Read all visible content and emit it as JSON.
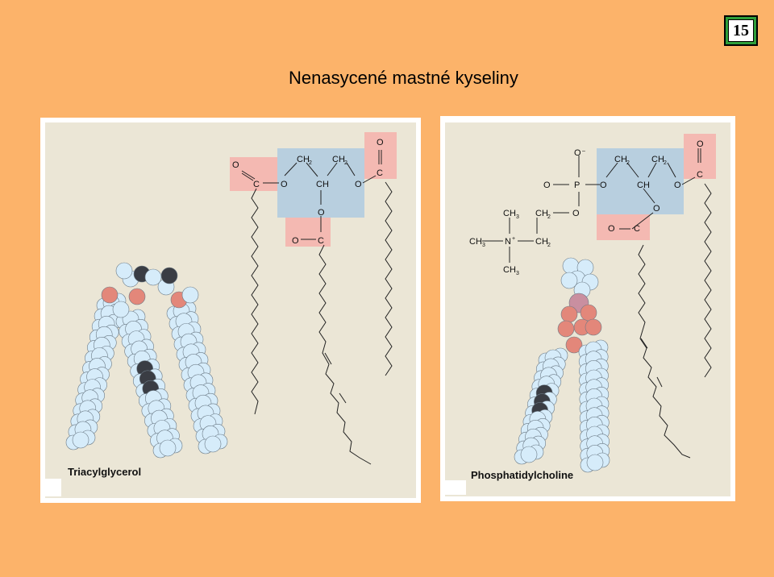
{
  "slide": {
    "number": "15",
    "title": "Nenasycené mastné kyseliny"
  },
  "panels": [
    {
      "caption": "Triacylglycerol"
    },
    {
      "caption": "Phosphatidylcholine"
    }
  ],
  "atoms": {
    "O": "O",
    "C": "C",
    "CH": "CH",
    "CH2": "CH",
    "sub2": "2",
    "CH3": "CH",
    "sub3": "3",
    "P": "P",
    "N": "N",
    "plus": "+",
    "minus": "–"
  },
  "colors": {
    "background": "#FCB36A",
    "badge_frame": "#2E9E3A",
    "glycerol_box": "#B8CFDF",
    "carbonyl_box": "#F4B9B2",
    "panel_inner": "#EBE6D6",
    "hydrogen": "#D6ECFA",
    "carbon": "#3A3D44",
    "oxygen": "#E3877A",
    "phosphorus": "#C98FA0"
  }
}
